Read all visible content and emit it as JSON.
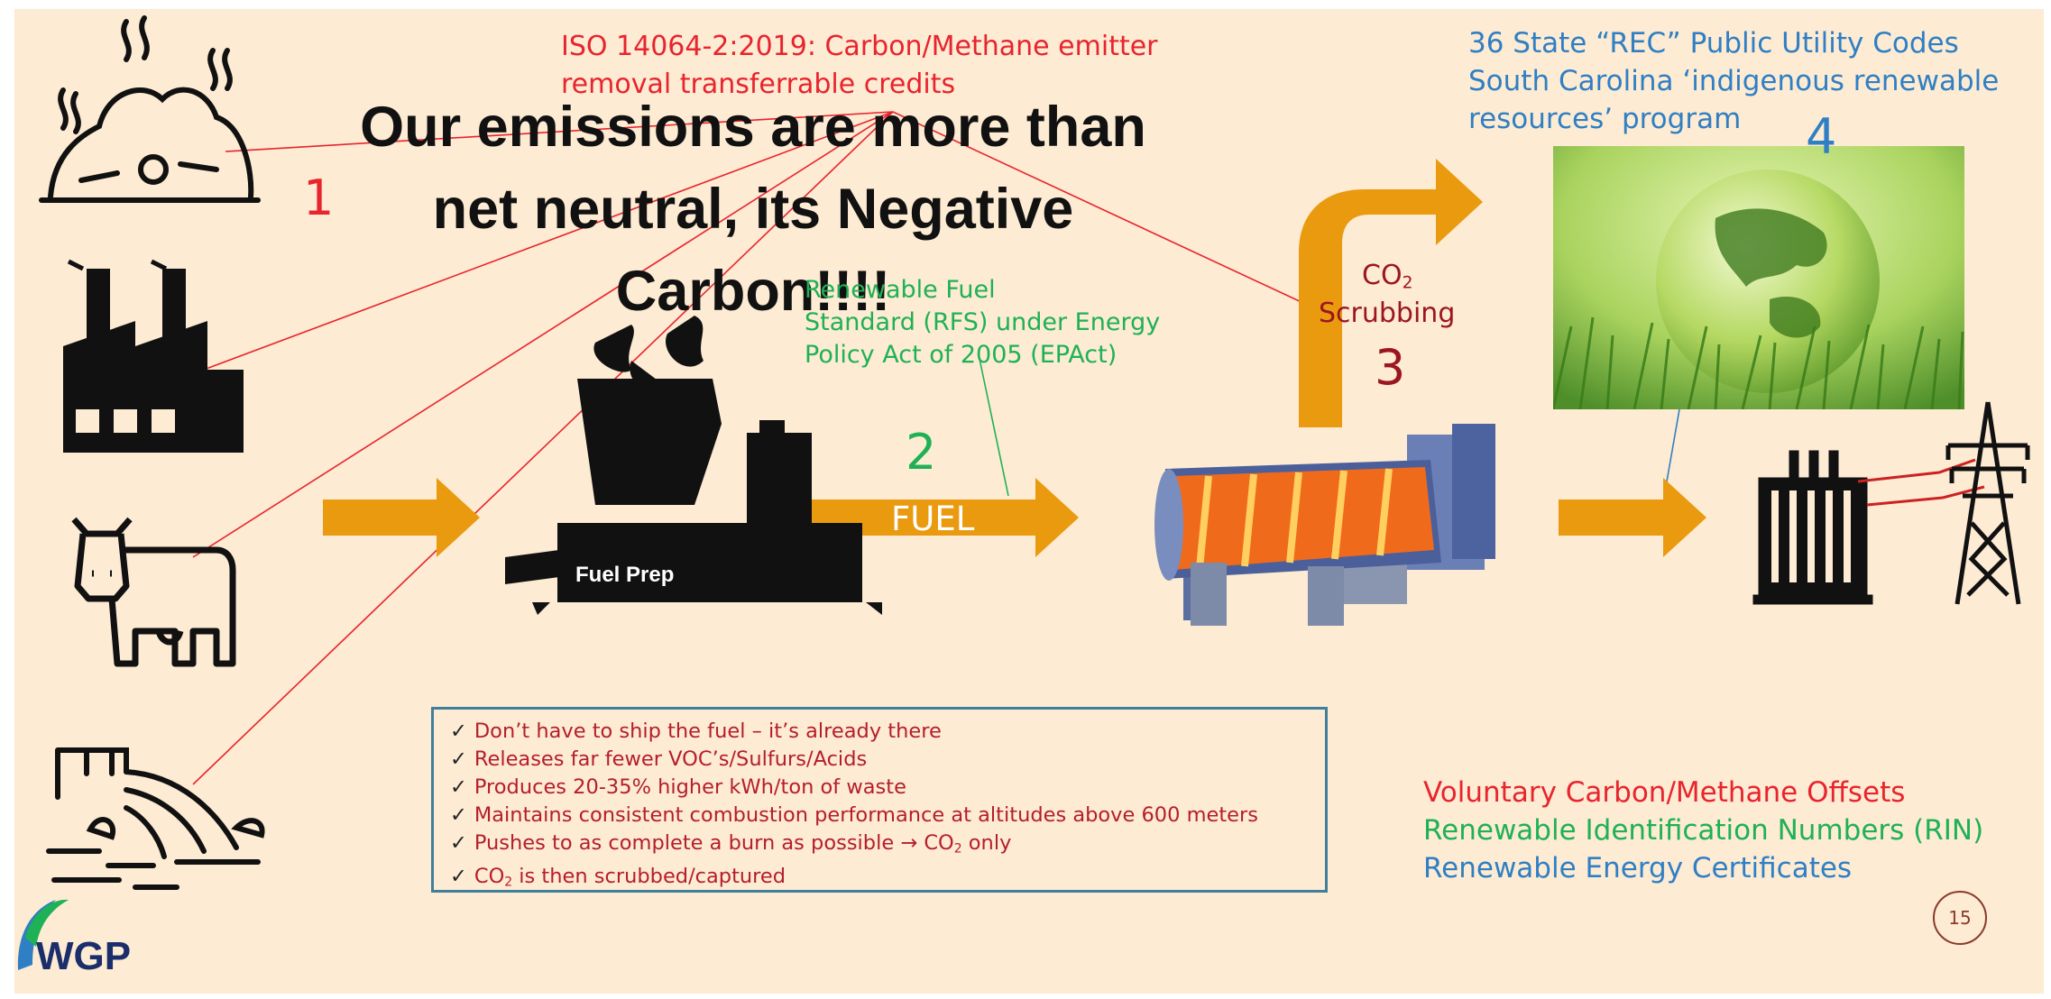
{
  "title": {
    "line1": "Our emissions are more than",
    "line2": "net neutral, its Negative",
    "line3": "Carbon!!!!"
  },
  "iso": {
    "line1": "ISO 14064-2:2019: Carbon/Methane emitter",
    "line2": "removal transferrable credits"
  },
  "rec": {
    "line1": "36 State “REC” Public Utility Codes",
    "line2": "South Carolina ‘indigenous renewable",
    "line3": "resources’ program"
  },
  "rfs": {
    "line1": "Renewable Fuel",
    "line2": "Standard (RFS) under Energy",
    "line3": "Policy Act of 2005 (EPAct)"
  },
  "steps": {
    "one": "1",
    "two": "2",
    "three": "3",
    "four": "4"
  },
  "labels": {
    "fuel_prep": "Fuel Prep",
    "fuel": "FUEL",
    "co2": "CO",
    "co2_sub": "2",
    "scrubbing": "Scrubbing"
  },
  "benefits": [
    "Don’t have to ship the fuel – it’s already there",
    "Releases far fewer VOC’s/Sulfurs/Acids",
    "Produces 20-35% higher kWh/ton of waste",
    "Maintains consistent combustion performance at altitudes above 600 meters",
    "Pushes to as complete a burn as possible → CO",
    "2",
    " only",
    "CO",
    "2",
    " is then scrubbed/captured"
  ],
  "check_mark": "✓",
  "legend": {
    "voluntary": "Voluntary Carbon/Methane Offsets",
    "rin": "Renewable Identification Numbers (RIN)",
    "rec": "Renewable Energy Certificates"
  },
  "logo": "WGP",
  "page_number": "15",
  "colors": {
    "background": "#fdebd3",
    "orange_arrow": "#ea9a0f",
    "red": "#e8242d",
    "green": "#1fb155",
    "blue": "#2f7fc4",
    "dark_red": "#9b1620"
  },
  "icons": [
    "landfill-icon",
    "factory-icon",
    "cow-icon",
    "sewage-icon",
    "fuel-prep-machine-icon",
    "rotary-kiln-icon",
    "globe-grass-image",
    "transformer-icon",
    "power-tower-icon"
  ]
}
